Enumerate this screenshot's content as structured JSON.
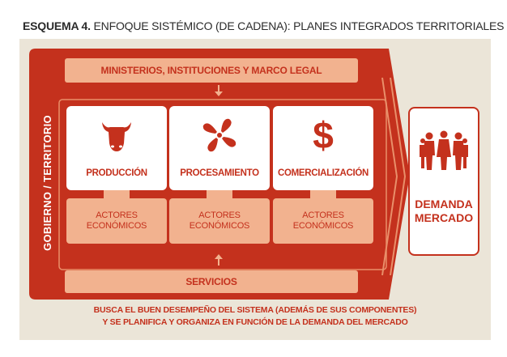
{
  "title": {
    "prefix": "ESQUEMA 4.",
    "text": "ENFOQUE SISTÉMICO (DE CADENA): PLANES INTEGRADOS TERRITORIALES"
  },
  "diagram": {
    "top_banner": "MINISTERIOS, INSTITUCIONES Y MARCO LEGAL",
    "side_label": "GOBIERNO / TERRITORIO",
    "stages": [
      {
        "label": "PRODUCCIÓN",
        "icon": "cow-head-icon"
      },
      {
        "label": "PROCESAMIENTO",
        "icon": "propeller-icon"
      },
      {
        "label": "COMERCIALIZACIÓN",
        "icon": "dollar-icon"
      }
    ],
    "actors": [
      {
        "line1": "ACTORES",
        "line2": "ECONÓMICOS"
      },
      {
        "line1": "ACTORES",
        "line2": "ECONÓMICOS"
      },
      {
        "line1": "ACTORES",
        "line2": "ECONÓMICOS"
      }
    ],
    "bottom_banner": "SERVICIOS",
    "demand": {
      "line1": "DEMANDA",
      "line2": "MERCADO",
      "icon": "people-group-icon"
    },
    "footnote": {
      "line1": "BUSCA EL BUEN DESEMPEÑO DEL SISTEMA (ADEMÁS DE SUS COMPONENTES)",
      "line2": "Y SE PLANIFICA Y ORGANIZA EN FUNCIÓN DE LA DEMANDA DEL MERCADO"
    },
    "colors": {
      "primary_red": "#c4311d",
      "light_salmon": "#f2b28f",
      "panel_beige": "#ebe5d8"
    }
  }
}
